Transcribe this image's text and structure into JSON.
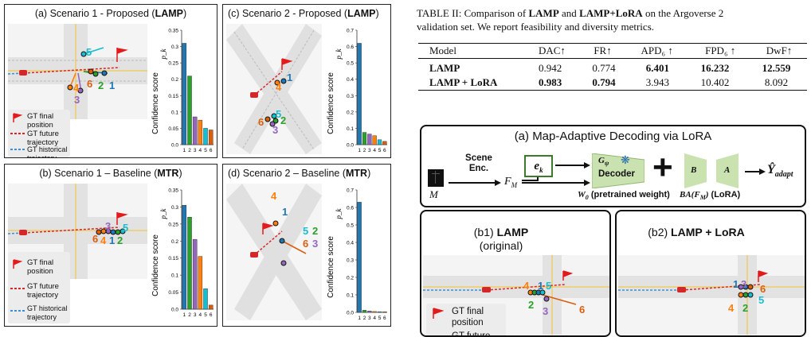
{
  "panels": {
    "a": {
      "prefix": "(a) Scenario 1 - Proposed (",
      "bold": "LAMP",
      "suffix": ")"
    },
    "b": {
      "prefix": "(b) Scenario 1 – Baseline (",
      "bold": "MTR",
      "suffix": ")"
    },
    "c": {
      "prefix": "(c) Scenario 2 - Proposed (",
      "bold": "LAMP",
      "suffix": ")"
    },
    "d": {
      "prefix": "(d) Scenario 2 – Baseline (",
      "bold": "MTR",
      "suffix": ")"
    }
  },
  "legend": {
    "final": "GT final position",
    "future": "GT future trajectory",
    "historical": "GT historical trajectory",
    "future_cut": "GT future"
  },
  "mode_labels": [
    "1",
    "2",
    "3",
    "4",
    "5",
    "6"
  ],
  "colors": {
    "mode_1": "#1f77b4",
    "mode_2": "#2ca02c",
    "mode_3": "#9467bd",
    "mode_4": "#ff7f0e",
    "mode_5": "#17becf",
    "mode_6": "#d95f0e",
    "gt_future": "#d62728",
    "gt_history": "#3b8fd6",
    "flag": "#e31a1c"
  },
  "chart_data": [
    {
      "type": "bar",
      "panel": "a",
      "ylabel": "Confidence score",
      "ylabel_symbol": "p_k",
      "categories": [
        "1",
        "2",
        "3",
        "4",
        "5",
        "6"
      ],
      "values": [
        0.31,
        0.21,
        0.085,
        0.075,
        0.05,
        0.045
      ],
      "ylim": [
        0,
        0.35
      ],
      "yticks": [
        "0.0",
        "0.05",
        "0.1",
        "0.15",
        "0.2",
        "0.25",
        "0.3",
        "0.35"
      ]
    },
    {
      "type": "bar",
      "panel": "b",
      "ylabel": "Confidence score",
      "ylabel_symbol": "p_k",
      "categories": [
        "1",
        "2",
        "3",
        "4",
        "5",
        "6"
      ],
      "values": [
        0.305,
        0.27,
        0.205,
        0.155,
        0.06,
        0.012
      ],
      "ylim": [
        0,
        0.35
      ],
      "yticks": [
        "0.0",
        "0.05",
        "0.1",
        "0.15",
        "0.2",
        "0.25",
        "0.3",
        "0.35"
      ]
    },
    {
      "type": "bar",
      "panel": "c",
      "ylabel": "Confidence score",
      "ylabel_symbol": "p_k",
      "categories": [
        "1",
        "2",
        "3",
        "4",
        "5",
        "6"
      ],
      "values": [
        0.62,
        0.075,
        0.065,
        0.055,
        0.03,
        0.02
      ],
      "ylim": [
        0,
        0.7
      ],
      "yticks": [
        "0.0",
        "0.1",
        "0.2",
        "0.3",
        "0.4",
        "0.5",
        "0.6",
        "0.7"
      ]
    },
    {
      "type": "bar",
      "panel": "d",
      "ylabel": "Confidence score",
      "ylabel_symbol": "p_k",
      "categories": [
        "1",
        "2",
        "3",
        "4",
        "5",
        "6"
      ],
      "values": [
        0.63,
        0.012,
        0.008,
        0.005,
        0.004,
        0.003
      ],
      "ylim": [
        0,
        0.7
      ],
      "yticks": [
        "0.0",
        "0.1",
        "0.2",
        "0.3",
        "0.4",
        "0.5",
        "0.6",
        "0.7"
      ]
    }
  ],
  "table": {
    "caption": "TABLE II: Comparison of LAMP and LAMP+LoRA on the Argoverse 2 validation set. We report feasibility and diversity metrics.",
    "caption_line1_pre": "TABLE II: Comparison of ",
    "caption_b1": "LAMP",
    "caption_mid": " and ",
    "caption_b2": "LAMP+LoRA",
    "caption_line1_post": " on the Argoverse 2",
    "caption_line2": "validation set. We report feasibility and diversity metrics.",
    "headers": [
      "Model",
      "DAC↑",
      "FR↑",
      "APD₆ ↑",
      "FPD₆ ↑",
      "DwF↑"
    ],
    "rows": [
      [
        "LAMP",
        "0.942",
        "0.774",
        "6.401",
        "16.232",
        "12.559"
      ],
      [
        "LAMP + LoRA",
        "0.983",
        "0.794",
        "3.943",
        "10.402",
        "8.092"
      ]
    ]
  },
  "lora": {
    "title": "(a) Map-Adaptive Decoding via LoRA",
    "scene_enc": "Scene Enc.",
    "M": "M",
    "F_M": "F",
    "F_M_sub": "M",
    "e_k": "e",
    "e_k_sub": "k",
    "G_psi": "G",
    "G_psi_sub": "ψ",
    "decoder": "Decoder",
    "w0": "W",
    "w0_sub": "0",
    "w0_note": "(pretrained weight)",
    "plus": "+",
    "B": "B",
    "A": "A",
    "BA": "BA(F",
    "BA_sub": "M",
    "BA_close": ")",
    "lora_note": "(LoRA)",
    "Y": "Ŷ",
    "Y_sub": "adapt"
  },
  "b1": {
    "title_pre": "(b1) ",
    "title_bold": "LAMP",
    "subtitle": "(original)"
  },
  "b2": {
    "title_pre": "(b2) ",
    "title_bold": "LAMP + LoRA"
  }
}
